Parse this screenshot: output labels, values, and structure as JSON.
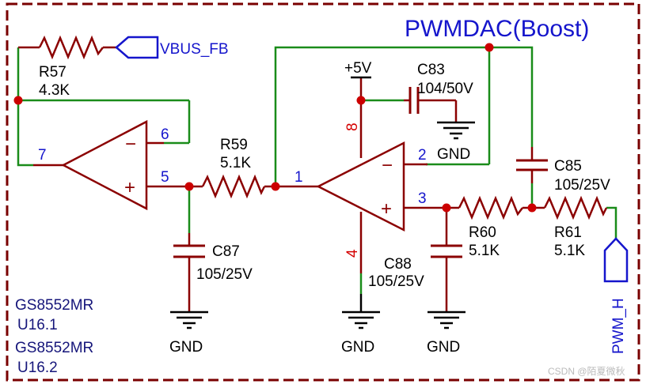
{
  "title": "PWMDAC(Boost)",
  "watermark": "CSDN @陌夏微秋",
  "nets": {
    "vbus_fb": "VBUS_FB",
    "pwm_h": "PWM_H",
    "plus5v": "+5V",
    "gnd": "GND"
  },
  "components": {
    "r57": {
      "ref": "R57",
      "value": "4.3K"
    },
    "r59": {
      "ref": "R59",
      "value": "5.1K"
    },
    "r60": {
      "ref": "R60",
      "value": "5.1K"
    },
    "r61": {
      "ref": "R61",
      "value": "5.1K"
    },
    "c83": {
      "ref": "C83",
      "value": "104/50V"
    },
    "c85": {
      "ref": "C85",
      "value": "105/25V"
    },
    "c87": {
      "ref": "C87",
      "value": "105/25V"
    },
    "c88": {
      "ref": "C88",
      "value": "105/25V"
    }
  },
  "pins": {
    "u1_out": "7",
    "u1_inv": "6",
    "u1_noninv": "5",
    "u2_out": "1",
    "u2_inv": "2",
    "u2_noninv": "3",
    "u2_vcc": "8",
    "u2_gnd": "4"
  },
  "opamp_signs": {
    "minus": "−",
    "plus": "+"
  },
  "parts_list": [
    "GS8552MR",
    "U16.1",
    "GS8552MR",
    "U16.2"
  ],
  "colors": {
    "wire": "#1a8c1a",
    "component": "#8b0000",
    "net_label": "#1515cc",
    "pin_power": "#d40000",
    "junction": "#cc0000",
    "border": "#7a0000"
  }
}
